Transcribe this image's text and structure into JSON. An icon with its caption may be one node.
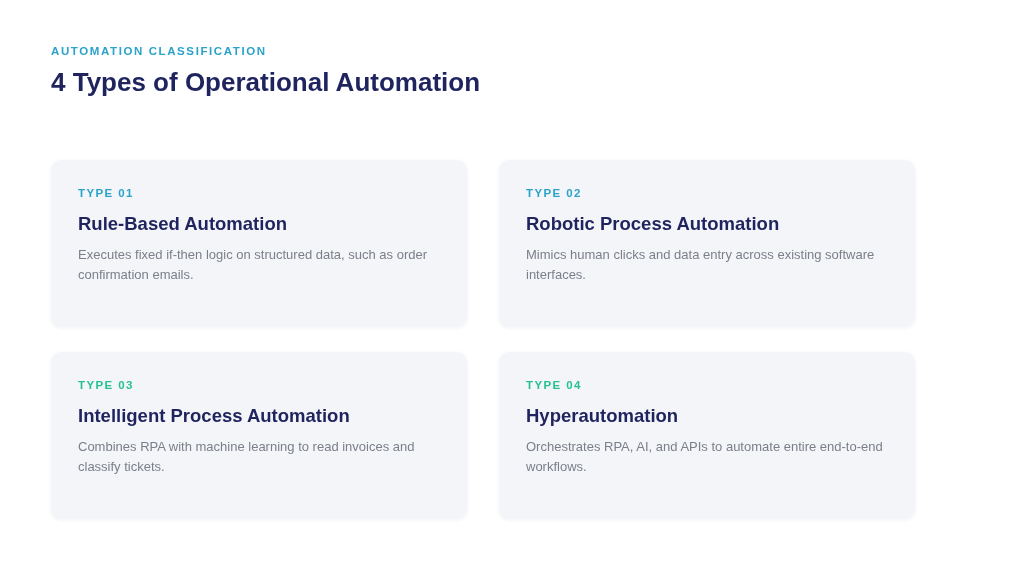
{
  "diagram": {
    "title": "4 Types of Operational Automation",
    "nodes": [
      {
        "text": [
          "TYPE 01",
          "Rule-Based Automation",
          "Executes fixed if-then logic on structured data, such as order confirmation emails."
        ]
      },
      {
        "text": [
          "TYPE 02",
          "Robotic Process Automation",
          "Mimics human clicks and data entry across existing software interfaces."
        ]
      },
      {
        "text": [
          "TYPE 03",
          "Intelligent Process Automation",
          "Combines RPA with machine learning to read invoices and classify tickets."
        ]
      },
      {
        "text": [
          "TYPE 04",
          "Hyperautomation",
          "Orchestrates RPA, AI, and APIs to automate entire end-to-end workflows."
        ]
      }
    ],
    "edges": [],
    "labels": [
      "AUTOMATION CLASSIFICATION"
    ]
  }
}
